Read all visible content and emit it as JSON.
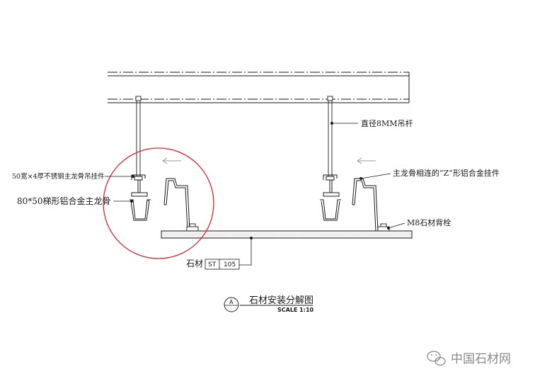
{
  "labels": {
    "rod": "直径8MM吊杆",
    "stainless_hanger": "50宽×4厚不锈钢主龙骨吊挂件",
    "trapezoid_keel": "80*50梯形铝合金主龙骨",
    "z_hanger": "主龙骨相连的“Z”形铝合金挂件",
    "back_bolt": "M8石材背栓"
  },
  "stone_tag": {
    "name": "石材",
    "code": "ST",
    "number": "105"
  },
  "title": {
    "marker": "A",
    "text": "石材安装分解图",
    "scale": "SCALE 1:10"
  },
  "watermark": "中国石材网",
  "colors": {
    "line": "#1a1a1a",
    "highlight_circle": "#d9262b",
    "arrow": "#9a9a9a",
    "slab_fill": "#f2f2f2"
  },
  "icons": {
    "watermark_logo": "wechat-icon",
    "direction_arrow": "arrow-left-icon"
  }
}
